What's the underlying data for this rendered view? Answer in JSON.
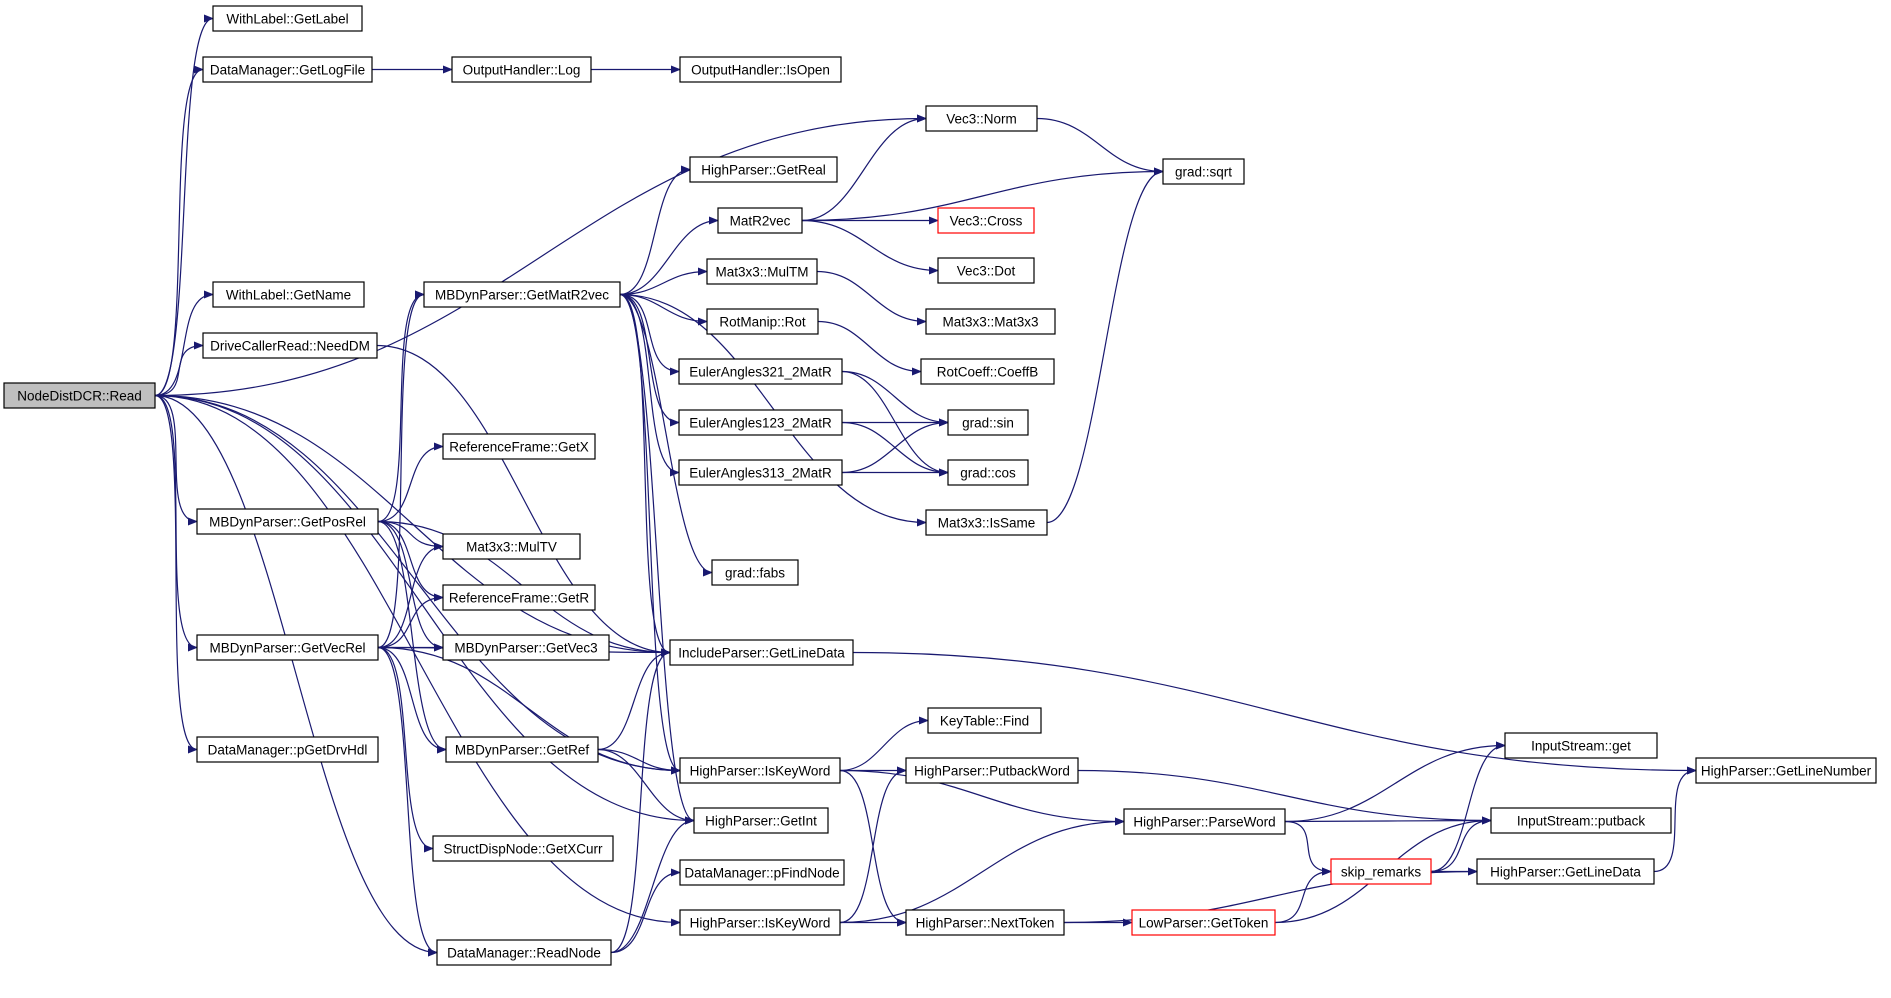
{
  "diagram": {
    "type": "call-graph",
    "colors": {
      "edge": "#191970",
      "root_fill": "#bfbfbf",
      "node_border": "#000000",
      "truncated_border": "#ff0000"
    },
    "nodes": [
      {
        "id": "root",
        "label": "NodeDistDCR::Read",
        "root": true
      },
      {
        "id": "withlabel_getlabel",
        "label": "WithLabel::GetLabel"
      },
      {
        "id": "dm_getlogfile",
        "label": "DataManager::GetLogFile"
      },
      {
        "id": "oh_log",
        "label": "OutputHandler::Log"
      },
      {
        "id": "oh_isopen",
        "label": "OutputHandler::IsOpen"
      },
      {
        "id": "vec3_norm",
        "label": "Vec3::Norm"
      },
      {
        "id": "grad_sqrt",
        "label": "grad::sqrt"
      },
      {
        "id": "hp_getreal",
        "label": "HighParser::GetReal"
      },
      {
        "id": "matr2vec",
        "label": "MatR2vec"
      },
      {
        "id": "vec3_cross",
        "label": "Vec3::Cross",
        "truncated": true
      },
      {
        "id": "vec3_dot",
        "label": "Vec3::Dot"
      },
      {
        "id": "withlabel_getname",
        "label": "WithLabel::GetName"
      },
      {
        "id": "mbp_getmatr2vec",
        "label": "MBDynParser::GetMatR2vec"
      },
      {
        "id": "mat_multm",
        "label": "Mat3x3::MulTM"
      },
      {
        "id": "mat_mat3x3",
        "label": "Mat3x3::Mat3x3"
      },
      {
        "id": "dcr_needdm",
        "label": "DriveCallerRead::NeedDM"
      },
      {
        "id": "rotmanip_rot",
        "label": "RotManip::Rot"
      },
      {
        "id": "rotcoeff_coeffb",
        "label": "RotCoeff::CoeffB"
      },
      {
        "id": "ea321",
        "label": "EulerAngles321_2MatR"
      },
      {
        "id": "ea123",
        "label": "EulerAngles123_2MatR"
      },
      {
        "id": "grad_sin",
        "label": "grad::sin"
      },
      {
        "id": "rf_getx",
        "label": "ReferenceFrame::GetX"
      },
      {
        "id": "ea313",
        "label": "EulerAngles313_2MatR"
      },
      {
        "id": "grad_cos",
        "label": "grad::cos"
      },
      {
        "id": "mbp_getposrel",
        "label": "MBDynParser::GetPosRel"
      },
      {
        "id": "mat_issame",
        "label": "Mat3x3::IsSame"
      },
      {
        "id": "mat_multv",
        "label": "Mat3x3::MulTV"
      },
      {
        "id": "grad_fabs",
        "label": "grad::fabs"
      },
      {
        "id": "rf_getr",
        "label": "ReferenceFrame::GetR"
      },
      {
        "id": "mbp_getvecrel",
        "label": "MBDynParser::GetVecRel"
      },
      {
        "id": "mbp_getvec3",
        "label": "MBDynParser::GetVec3"
      },
      {
        "id": "ip_getlinedata",
        "label": "IncludeParser::GetLineData"
      },
      {
        "id": "keytable_find",
        "label": "KeyTable::Find"
      },
      {
        "id": "inputstream_get",
        "label": "InputStream::get"
      },
      {
        "id": "dm_pgetdrvhdl",
        "label": "DataManager::pGetDrvHdl"
      },
      {
        "id": "mbp_getref",
        "label": "MBDynParser::GetRef"
      },
      {
        "id": "hp_iskeyword1",
        "label": "HighParser::IsKeyWord"
      },
      {
        "id": "hp_putbackword",
        "label": "HighParser::PutbackWord"
      },
      {
        "id": "hp_getlinenumber",
        "label": "HighParser::GetLineNumber"
      },
      {
        "id": "hp_getint",
        "label": "HighParser::GetInt"
      },
      {
        "id": "hp_parseword",
        "label": "HighParser::ParseWord"
      },
      {
        "id": "inputstream_putback",
        "label": "InputStream::putback"
      },
      {
        "id": "sdn_getxcurr",
        "label": "StructDispNode::GetXCurr"
      },
      {
        "id": "skip_remarks",
        "label": "skip_remarks",
        "truncated": true
      },
      {
        "id": "hp_getlinedata",
        "label": "HighParser::GetLineData"
      },
      {
        "id": "dm_pfindnode",
        "label": "DataManager::pFindNode"
      },
      {
        "id": "hp_iskeyword2",
        "label": "HighParser::IsKeyWord"
      },
      {
        "id": "hp_nexttoken",
        "label": "HighParser::NextToken"
      },
      {
        "id": "lp_gettoken",
        "label": "LowParser::GetToken",
        "truncated": true
      },
      {
        "id": "dm_readnode",
        "label": "DataManager::ReadNode"
      }
    ],
    "edges": [
      [
        "root",
        "withlabel_getlabel"
      ],
      [
        "root",
        "dm_getlogfile"
      ],
      [
        "root",
        "vec3_norm"
      ],
      [
        "root",
        "withlabel_getname"
      ],
      [
        "root",
        "dcr_needdm"
      ],
      [
        "root",
        "ip_getlinedata"
      ],
      [
        "root",
        "mbp_getposrel"
      ],
      [
        "root",
        "mbp_getvecrel"
      ],
      [
        "root",
        "dm_pgetdrvhdl"
      ],
      [
        "root",
        "hp_iskeyword1"
      ],
      [
        "root",
        "hp_getint"
      ],
      [
        "root",
        "dm_readnode"
      ],
      [
        "root",
        "hp_iskeyword2"
      ],
      [
        "dm_getlogfile",
        "oh_log"
      ],
      [
        "oh_log",
        "oh_isopen"
      ],
      [
        "vec3_norm",
        "grad_sqrt"
      ],
      [
        "mbp_getmatr2vec",
        "hp_getreal"
      ],
      [
        "mbp_getmatr2vec",
        "matr2vec"
      ],
      [
        "mbp_getmatr2vec",
        "mat_multm"
      ],
      [
        "mbp_getmatr2vec",
        "rotmanip_rot"
      ],
      [
        "mbp_getmatr2vec",
        "ea321"
      ],
      [
        "mbp_getmatr2vec",
        "ea123"
      ],
      [
        "mbp_getmatr2vec",
        "ea313"
      ],
      [
        "mbp_getmatr2vec",
        "mat_issame"
      ],
      [
        "mbp_getmatr2vec",
        "grad_fabs"
      ],
      [
        "mbp_getmatr2vec",
        "ip_getlinedata"
      ],
      [
        "mbp_getmatr2vec",
        "hp_iskeyword1"
      ],
      [
        "mbp_getmatr2vec",
        "hp_getint"
      ],
      [
        "matr2vec",
        "vec3_norm"
      ],
      [
        "matr2vec",
        "grad_sqrt"
      ],
      [
        "matr2vec",
        "vec3_cross"
      ],
      [
        "matr2vec",
        "vec3_dot"
      ],
      [
        "mat_multm",
        "mat_mat3x3"
      ],
      [
        "rotmanip_rot",
        "rotcoeff_coeffb"
      ],
      [
        "ea321",
        "grad_sin"
      ],
      [
        "ea321",
        "grad_cos"
      ],
      [
        "ea123",
        "grad_sin"
      ],
      [
        "ea123",
        "grad_cos"
      ],
      [
        "ea313",
        "grad_sin"
      ],
      [
        "ea313",
        "grad_cos"
      ],
      [
        "mat_issame",
        "grad_sqrt"
      ],
      [
        "dcr_needdm",
        "ip_getlinedata"
      ],
      [
        "mbp_getposrel",
        "mbp_getmatr2vec"
      ],
      [
        "mbp_getposrel",
        "rf_getx"
      ],
      [
        "mbp_getposrel",
        "mat_multv"
      ],
      [
        "mbp_getposrel",
        "rf_getr"
      ],
      [
        "mbp_getposrel",
        "mbp_getvec3"
      ],
      [
        "mbp_getposrel",
        "ip_getlinedata"
      ],
      [
        "mbp_getposrel",
        "mbp_getref"
      ],
      [
        "mbp_getvecrel",
        "mbp_getmatr2vec"
      ],
      [
        "mbp_getvecrel",
        "mat_multv"
      ],
      [
        "mbp_getvecrel",
        "rf_getr"
      ],
      [
        "mbp_getvecrel",
        "mbp_getvec3"
      ],
      [
        "mbp_getvecrel",
        "ip_getlinedata"
      ],
      [
        "mbp_getvecrel",
        "mbp_getref"
      ],
      [
        "mbp_getvecrel",
        "hp_iskeyword1"
      ],
      [
        "mbp_getvecrel",
        "sdn_getxcurr"
      ],
      [
        "mbp_getvecrel",
        "dm_readnode"
      ],
      [
        "mbp_getref",
        "ip_getlinedata"
      ],
      [
        "mbp_getref",
        "hp_iskeyword1"
      ],
      [
        "mbp_getref",
        "hp_getint"
      ],
      [
        "hp_iskeyword1",
        "keytable_find"
      ],
      [
        "hp_iskeyword1",
        "hp_putbackword"
      ],
      [
        "hp_iskeyword1",
        "hp_parseword"
      ],
      [
        "hp_iskeyword1",
        "hp_nexttoken"
      ],
      [
        "hp_putbackword",
        "inputstream_putback"
      ],
      [
        "hp_parseword",
        "inputstream_get"
      ],
      [
        "hp_parseword",
        "inputstream_putback"
      ],
      [
        "hp_parseword",
        "skip_remarks"
      ],
      [
        "skip_remarks",
        "inputstream_get"
      ],
      [
        "skip_remarks",
        "inputstream_putback"
      ],
      [
        "skip_remarks",
        "hp_getlinedata"
      ],
      [
        "hp_getlinedata",
        "hp_getlinenumber"
      ],
      [
        "ip_getlinedata",
        "hp_getlinenumber"
      ],
      [
        "hp_iskeyword2",
        "hp_putbackword"
      ],
      [
        "hp_iskeyword2",
        "hp_parseword"
      ],
      [
        "hp_iskeyword2",
        "hp_nexttoken"
      ],
      [
        "hp_nexttoken",
        "lp_gettoken"
      ],
      [
        "hp_nexttoken",
        "hp_getlinedata"
      ],
      [
        "lp_gettoken",
        "skip_remarks"
      ],
      [
        "lp_gettoken",
        "inputstream_putback"
      ],
      [
        "dm_readnode",
        "dm_pfindnode"
      ],
      [
        "dm_readnode",
        "ip_getlinedata"
      ],
      [
        "dm_readnode",
        "hp_getint"
      ]
    ]
  }
}
